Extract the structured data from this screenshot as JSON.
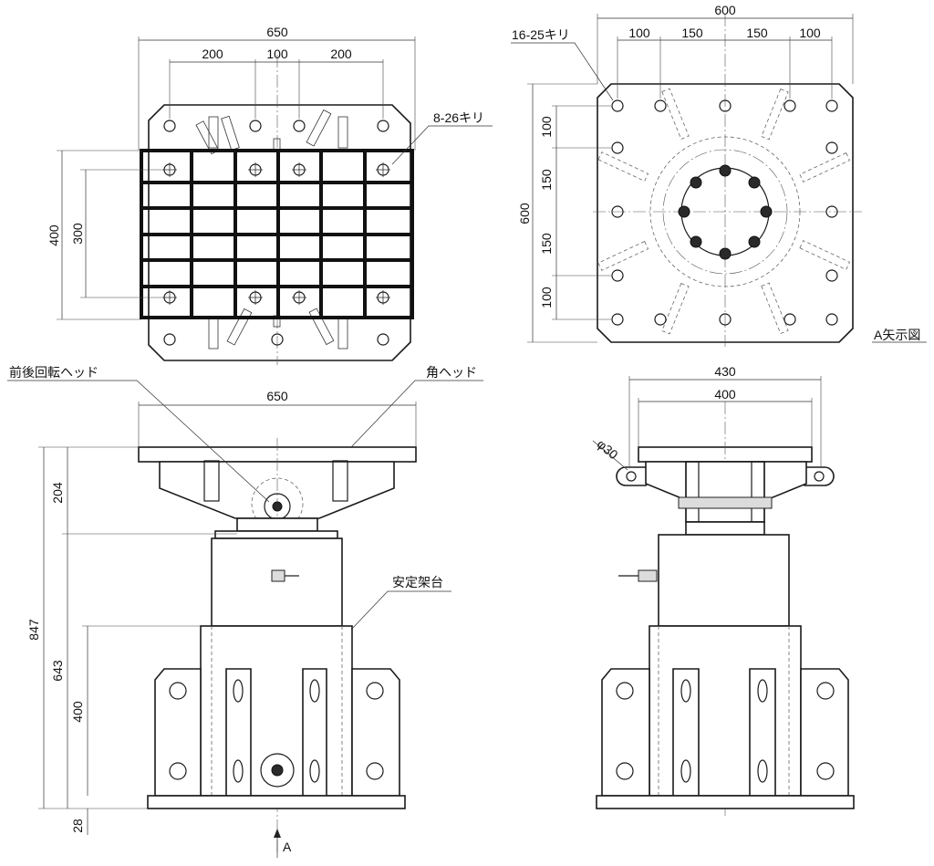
{
  "labels": {
    "front_rotating_head": "前後回転ヘッド",
    "square_head": "角ヘッド",
    "stabilizer": "安定架台",
    "arrow_view": "A矢示図",
    "holes_8": "8-26キリ",
    "holes_16": "16-25キリ",
    "phi30": "φ30",
    "arrow_a": "A"
  },
  "dims": {
    "top_left_width": "650",
    "top_left_200_a": "200",
    "top_left_100": "100",
    "top_left_200_b": "200",
    "top_left_400": "400",
    "top_left_300": "300",
    "plan_600_w": "600",
    "plan_100_a": "100",
    "plan_150_a": "150",
    "plan_150_b": "150",
    "plan_100_b": "100",
    "plan_600_h": "600",
    "plan_v100_a": "100",
    "plan_v150_a": "150",
    "plan_v150_b": "150",
    "plan_v100_b": "100",
    "front_650": "650",
    "front_204": "204",
    "front_847": "847",
    "front_643": "643",
    "front_400": "400",
    "front_28": "28",
    "side_430": "430",
    "side_400": "400"
  }
}
